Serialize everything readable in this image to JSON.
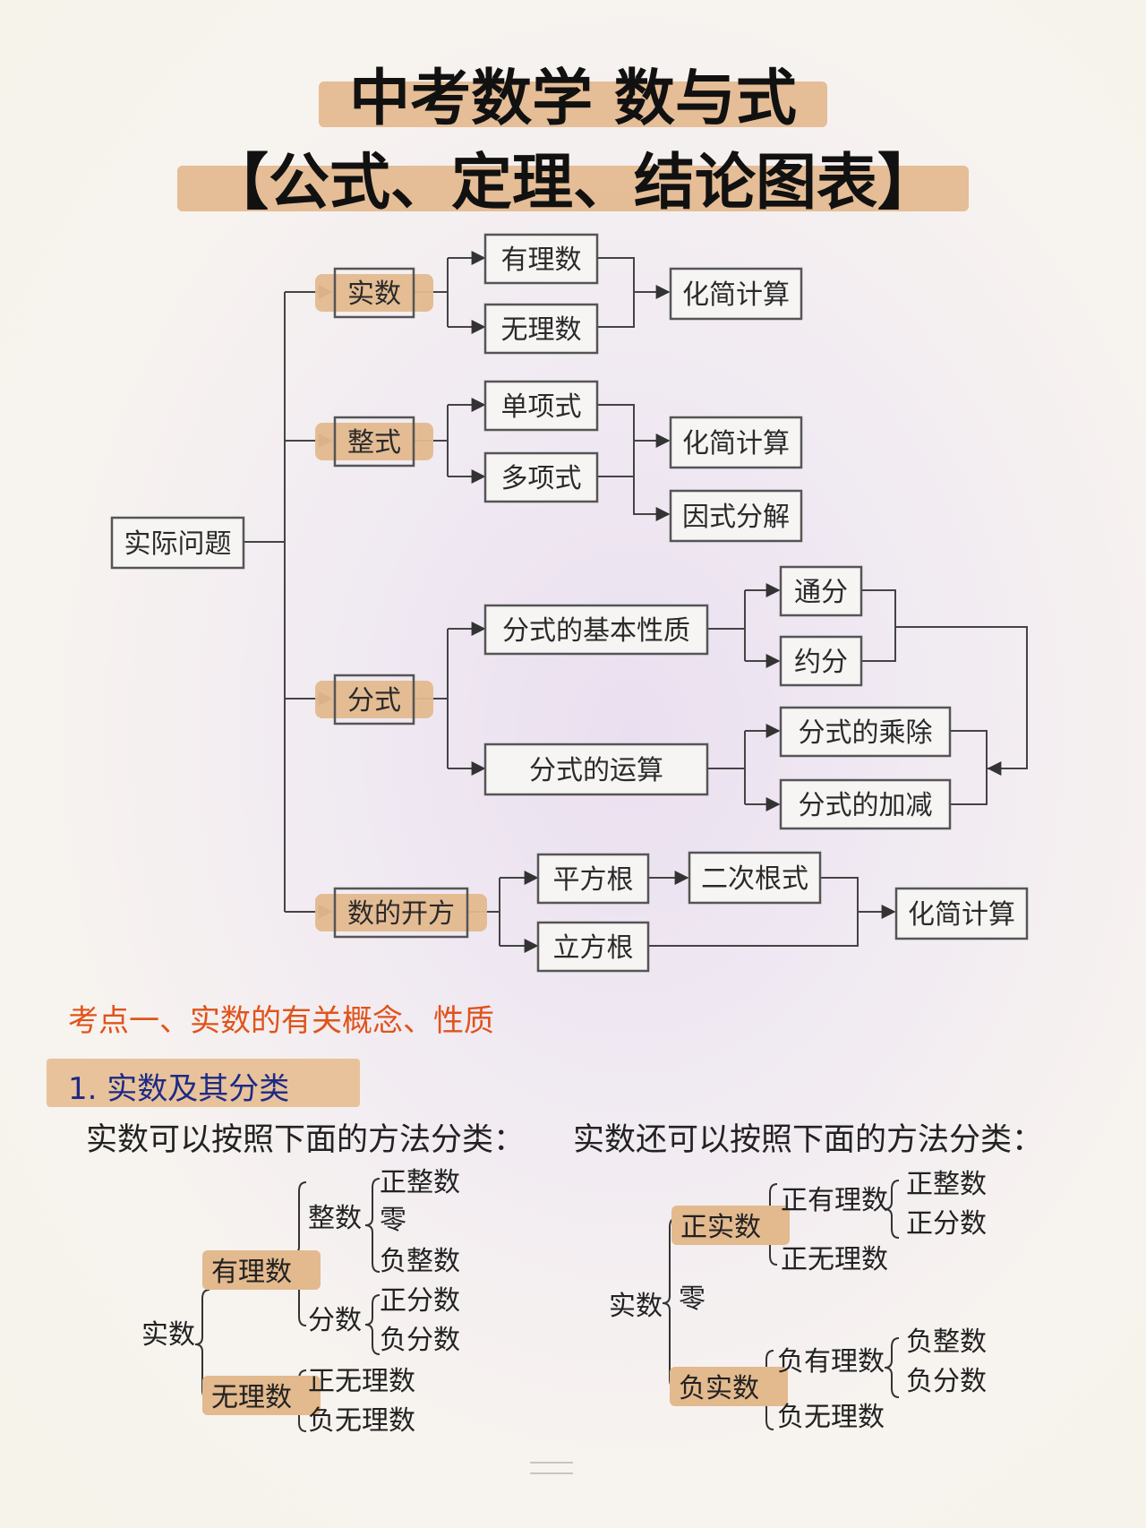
{
  "title": {
    "line1": "中考数学 数与式",
    "line2": "【公式、定理、结论图表】"
  },
  "flowchart": {
    "root": "实际问题",
    "real": {
      "label": "实数",
      "children": [
        "有理数",
        "无理数"
      ],
      "result": "化简计算"
    },
    "integral": {
      "label": "整式",
      "children": [
        "单项式",
        "多项式"
      ],
      "results": [
        "化简计算",
        "因式分解"
      ]
    },
    "fraction": {
      "label": "分式",
      "property": "分式的基本性质",
      "property_children": [
        "通分",
        "约分"
      ],
      "operation": "分式的运算",
      "operation_children": [
        "分式的乘除",
        "分式的加减"
      ]
    },
    "root_extraction": {
      "label": "数的开方",
      "children": [
        "平方根",
        "立方根"
      ],
      "quadratic": "二次根式",
      "result": "化简计算"
    }
  },
  "section": {
    "heading": "考点一、实数的有关概念、性质",
    "subheading": "1. 实数及其分类",
    "intro_left": "实数可以按照下面的方法分类：",
    "intro_right": "实数还可以按照下面的方法分类："
  },
  "classification_left": {
    "root": "实数",
    "rational": "有理数",
    "integer": "整数",
    "integer_items": [
      "正整数",
      "零",
      "负整数"
    ],
    "fraction": "分数",
    "fraction_items": [
      "正分数",
      "负分数"
    ],
    "irrational": "无理数",
    "irrational_items": [
      "正无理数",
      "负无理数"
    ]
  },
  "classification_right": {
    "root": "实数",
    "positive": "正实数",
    "positive_rational": "正有理数",
    "positive_rational_items": [
      "正整数",
      "正分数"
    ],
    "positive_irrational": "正无理数",
    "zero": "零",
    "negative": "负实数",
    "negative_rational": "负有理数",
    "negative_rational_items": [
      "负整数",
      "负分数"
    ],
    "negative_irrational": "负无理数"
  },
  "colors": {
    "highlight": "#e3b98e",
    "heading_orange": "#e0531b",
    "subheading_blue": "#1d2a86",
    "box_stroke": "#555555"
  }
}
